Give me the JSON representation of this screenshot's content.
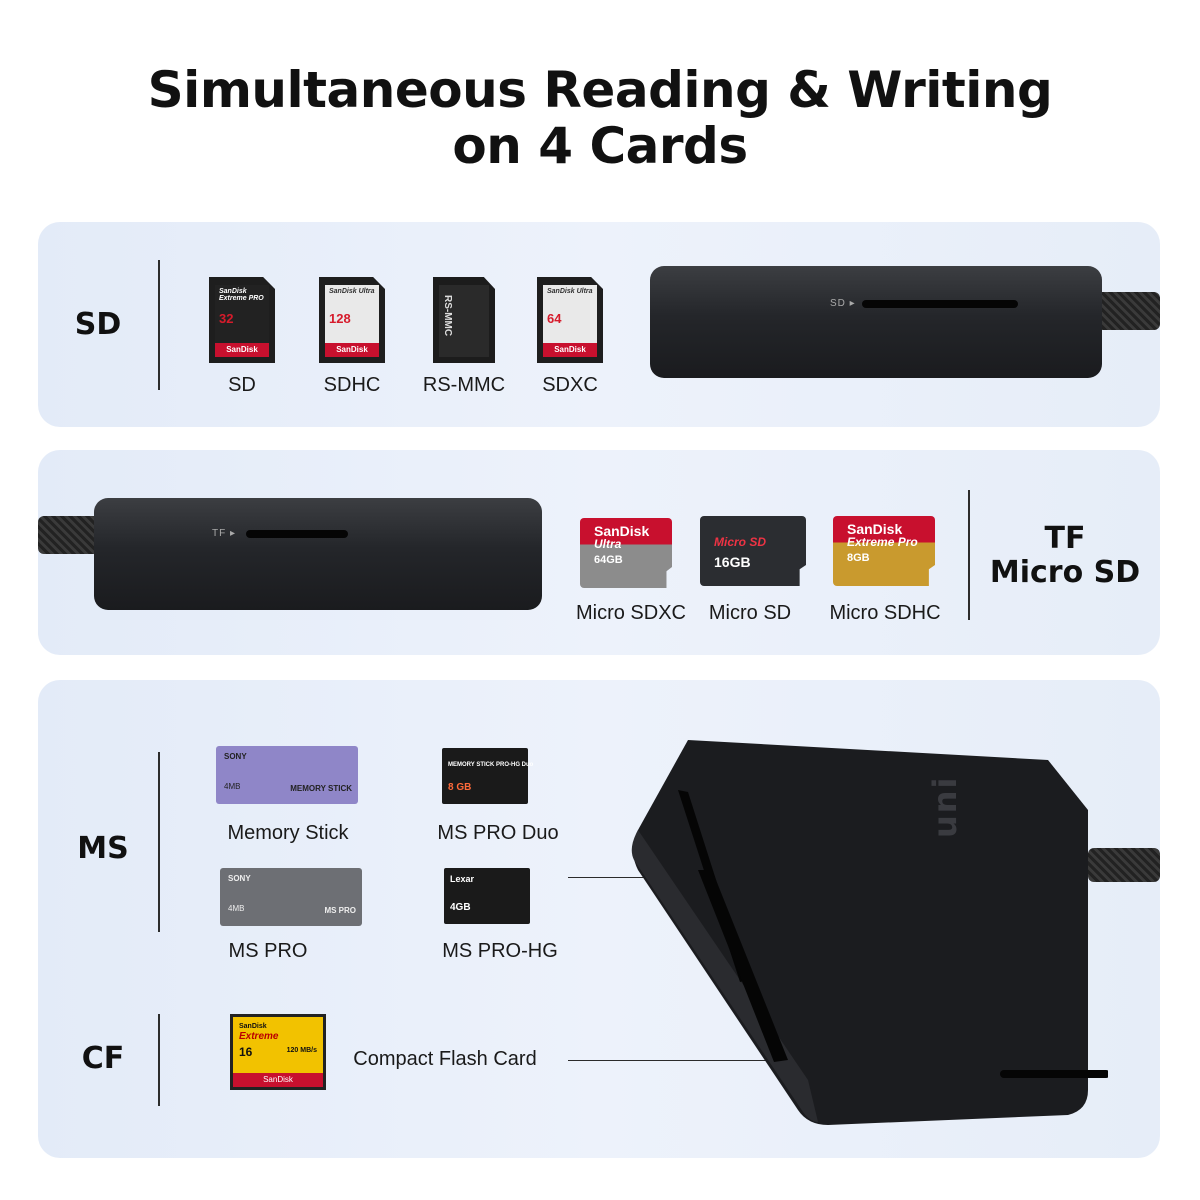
{
  "headline": {
    "line1": "Simultaneous Reading & Writing",
    "line2": "on 4 Cards"
  },
  "sd_section": {
    "category": "SD",
    "cards": [
      {
        "label": "SD",
        "brand": "SanDisk Extreme PRO",
        "capacity": "32",
        "strip": "SanDisk"
      },
      {
        "label": "SDHC",
        "brand": "SanDisk Ultra",
        "capacity": "128",
        "strip": "SanDisk"
      },
      {
        "label": "RS-MMC",
        "brand": "RS-MMC",
        "capacity": "",
        "strip": ""
      },
      {
        "label": "SDXC",
        "brand": "SanDisk Ultra",
        "capacity": "64",
        "strip": "SanDisk"
      }
    ],
    "reader_slot_label": "SD ▸"
  },
  "tf_section": {
    "category_line1": "TF",
    "category_line2": "Micro SD",
    "reader_slot_label": "TF ▸",
    "cards": [
      {
        "label": "Micro SDXC",
        "line1": "SanDisk",
        "line2": "Ultra",
        "line3": "64GB"
      },
      {
        "label": "Micro SD",
        "line1": "",
        "line2": "Micro SD",
        "line3": "16GB"
      },
      {
        "label": "Micro SDHC",
        "line1": "SanDisk",
        "line2": "Extreme Pro",
        "line3": "8GB"
      }
    ]
  },
  "ms_section": {
    "category": "MS",
    "cards": [
      {
        "label": "Memory Stick",
        "top": "SONY",
        "size": "4MB",
        "name": "MEMORY STICK"
      },
      {
        "label": "MS PRO Duo",
        "top": "MEMORY STICK PRO-HG Duo",
        "size": "8 GB"
      },
      {
        "label": "MS PRO",
        "top": "SONY",
        "size": "4MB",
        "name": "MS PRO"
      },
      {
        "label": "MS PRO-HG",
        "top": "Lexar",
        "size": "4GB"
      }
    ]
  },
  "cf_section": {
    "category": "CF",
    "card": {
      "label": "Compact Flash Card",
      "brand": "SanDisk",
      "line": "Extreme",
      "capacity": "16",
      "speed": "120 MB/s",
      "strip": "SanDisk"
    }
  },
  "reader_brand": "uni",
  "colors": {
    "panel": "#e8eef9",
    "reader": "#222428",
    "accent_dot": "#2f7fff",
    "sd_red": "#c8102e",
    "cf_yellow": "#f2c200"
  }
}
